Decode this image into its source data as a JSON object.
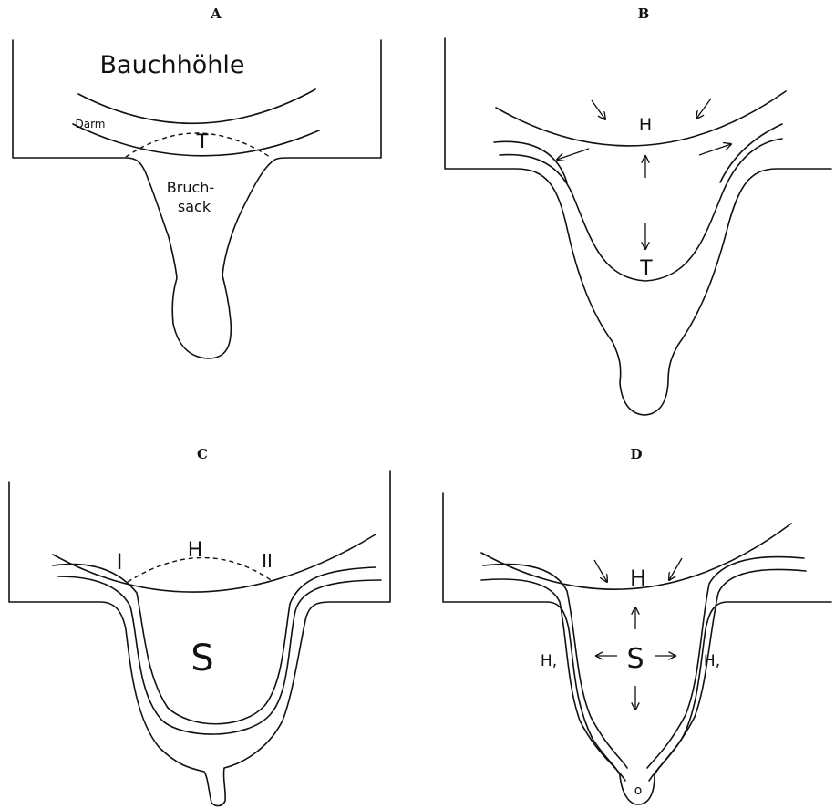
{
  "panels": {
    "a": {
      "letter": "A",
      "cavity_label": "Bauchhöhle",
      "intestine_label": "Darm",
      "marker_t": "T",
      "sac_label_line1": "Bruch-",
      "sac_label_line2": "sack"
    },
    "b": {
      "letter": "B",
      "marker_h": "H",
      "marker_t": "T"
    },
    "c": {
      "letter": "C",
      "marker_left": "I",
      "marker_h": "H",
      "marker_right": "II",
      "marker_s": "S"
    },
    "d": {
      "letter": "D",
      "marker_h": "H",
      "marker_s": "S",
      "marker_h1_left": "H,",
      "marker_h1_right": "H,",
      "marker_o": "o"
    }
  }
}
